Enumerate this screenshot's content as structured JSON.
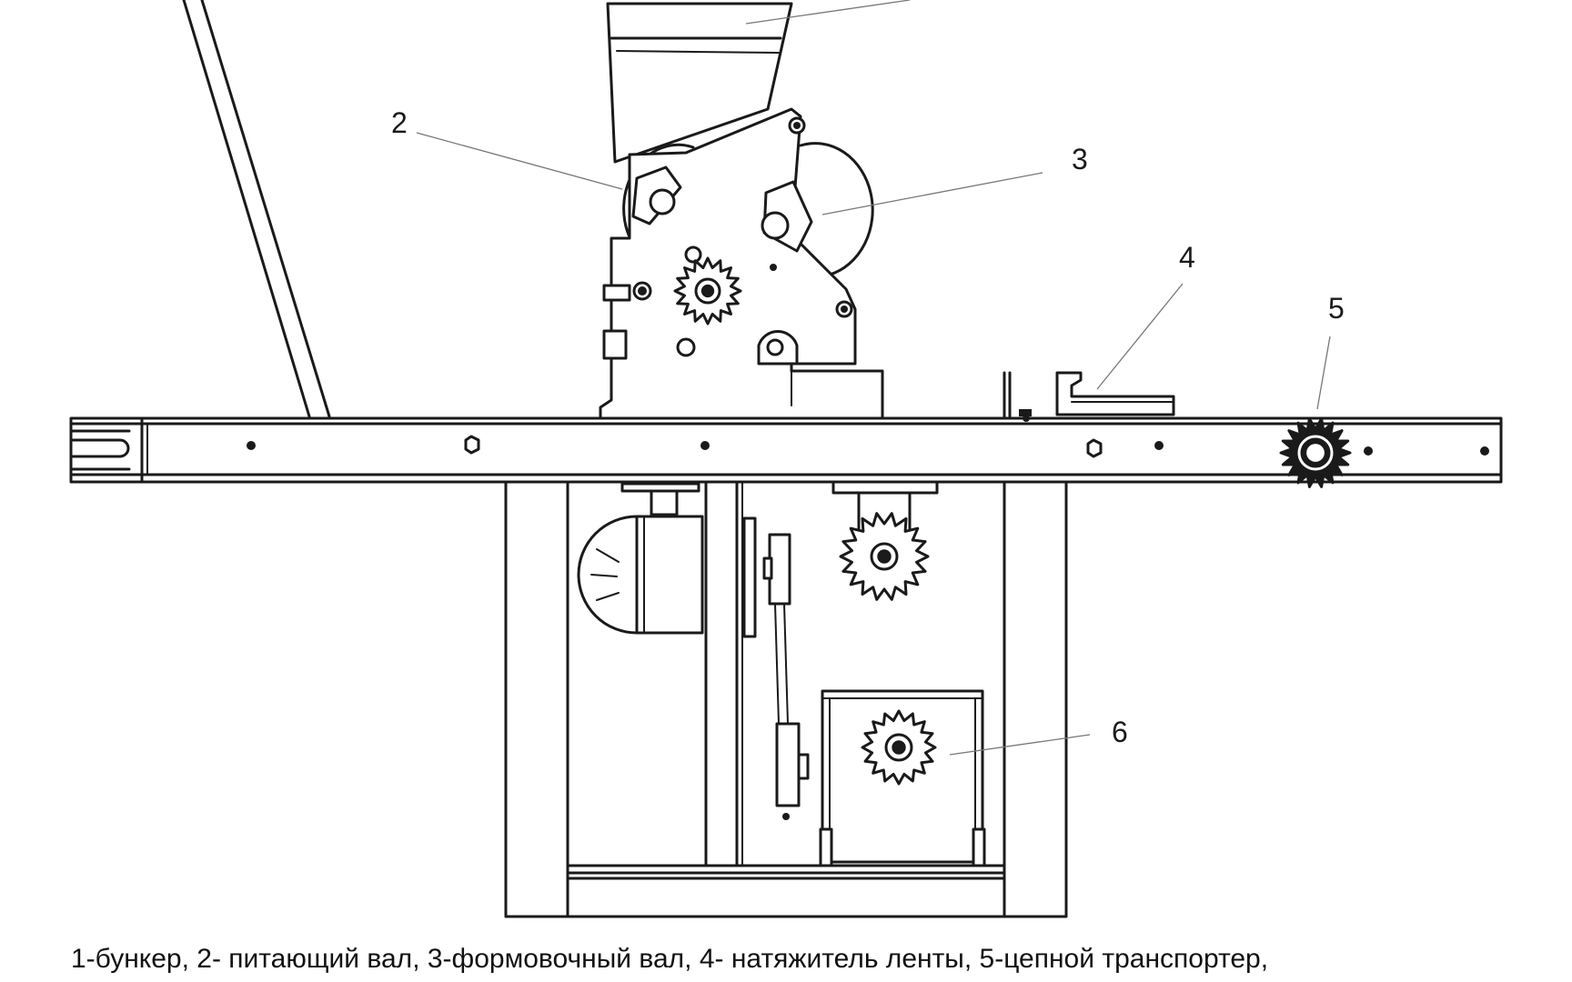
{
  "labels": {
    "l2": "2",
    "l3": "3",
    "l4": "4",
    "l5": "5",
    "l6": "6"
  },
  "caption": {
    "line1": "1-бункер, 2- питающий вал, 3-формовочный вал, 4- натяжитель ленты, 5-цепной транспортер,"
  },
  "colors": {
    "ink": "#1a1a1a",
    "leader": "#777777",
    "paper": "#ffffff"
  }
}
